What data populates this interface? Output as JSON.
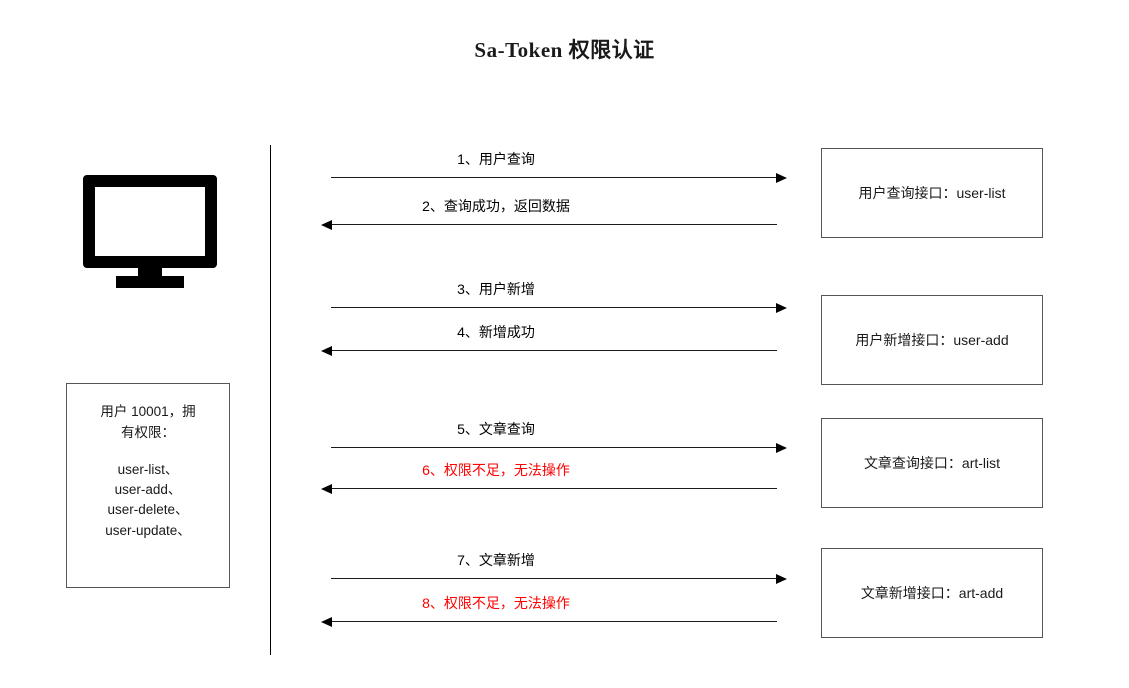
{
  "diagram": {
    "title": "Sa-Token 权限认证",
    "client": {
      "icon": "monitor-icon",
      "permission_box": {
        "heading": "用户 10001，拥\n有权限：",
        "permissions": "user-list、\nuser-add、\nuser-delete、\nuser-update、"
      }
    },
    "colors": {
      "text": "#1a1a1a",
      "error": "#ff0000",
      "line": "#000000",
      "box_border": "#555555",
      "background": "#ffffff"
    },
    "messages": [
      {
        "index": "1",
        "label": "1、用户查询",
        "direction": "right",
        "error": false
      },
      {
        "index": "2",
        "label": "2、查询成功，返回数据",
        "direction": "left",
        "error": false
      },
      {
        "index": "3",
        "label": "3、用户新增",
        "direction": "right",
        "error": false
      },
      {
        "index": "4",
        "label": "4、新增成功",
        "direction": "left",
        "error": false
      },
      {
        "index": "5",
        "label": "5、文章查询",
        "direction": "right",
        "error": false
      },
      {
        "index": "6",
        "label": "6、权限不足，无法操作",
        "direction": "left",
        "error": true
      },
      {
        "index": "7",
        "label": "7、文章新增",
        "direction": "right",
        "error": false
      },
      {
        "index": "8",
        "label": "8、权限不足，无法操作",
        "direction": "left",
        "error": true
      }
    ],
    "endpoints": [
      {
        "label": "用户查询接口：user-list"
      },
      {
        "label": "用户新增接口：user-add"
      },
      {
        "label": "文章查询接口：art-list"
      },
      {
        "label": "文章新增接口：art-add"
      }
    ]
  }
}
